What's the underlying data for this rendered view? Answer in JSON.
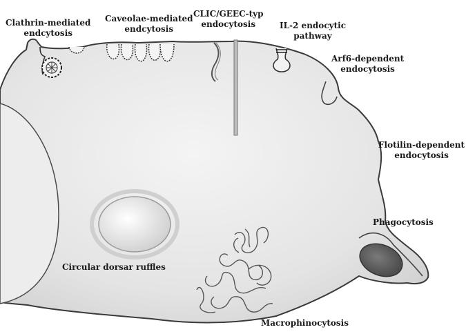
{
  "labels": {
    "clathrin": [
      "Clathrin-mediated",
      "endcytosis"
    ],
    "caveolae": [
      "Caveolae-mediated",
      "endcytosis"
    ],
    "clic_geec": [
      "CLIC/GEEC-typ",
      "endocytosis"
    ],
    "il2": [
      "IL-2 endocytic",
      "pathway"
    ],
    "arf6": [
      "Arf6-dependent",
      "endocytosis"
    ],
    "flotilin": [
      "Flotilin-dependent",
      "endocytosis"
    ],
    "phagocytosis": "Phagocytosis",
    "circular_ruffles": "Circular dorsar ruffles",
    "macropinocytosis": "Macrophinocytosis"
  },
  "colors": {
    "cell_fill": "#e6e6e6",
    "outline": "#3a3a3a",
    "phagosome": "#5a5a5a"
  }
}
